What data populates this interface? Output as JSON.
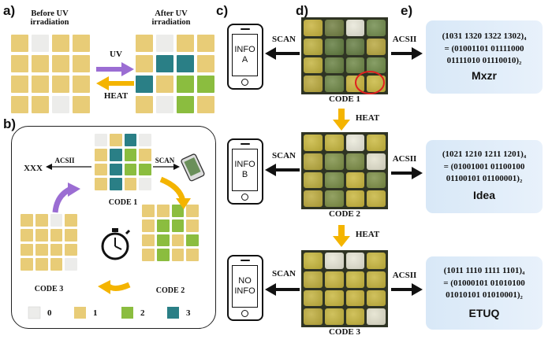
{
  "colors": {
    "0": "#ececea",
    "1": "#e8cc77",
    "2": "#8bbd3f",
    "3": "#2a7f86",
    "arrow_orange": "#f4b400",
    "arrow_purple": "#9b6dd3",
    "black": "#111111"
  },
  "grids": {
    "before": [
      [
        1,
        0,
        1,
        1
      ],
      [
        1,
        1,
        1,
        1
      ],
      [
        1,
        1,
        1,
        1
      ],
      [
        1,
        1,
        0,
        1
      ]
    ],
    "after": [
      [
        1,
        0,
        1,
        1
      ],
      [
        1,
        3,
        3,
        1
      ],
      [
        3,
        1,
        2,
        2
      ],
      [
        1,
        0,
        2,
        1
      ]
    ],
    "code1": [
      [
        0,
        1,
        3,
        0
      ],
      [
        1,
        3,
        2,
        1
      ],
      [
        1,
        3,
        2,
        2
      ],
      [
        1,
        3,
        1,
        0
      ]
    ],
    "code2": [
      [
        1,
        1,
        2,
        1
      ],
      [
        1,
        2,
        2,
        1
      ],
      [
        1,
        2,
        1,
        2
      ],
      [
        1,
        2,
        1,
        1
      ]
    ],
    "code3": [
      [
        1,
        1,
        0,
        1
      ],
      [
        1,
        1,
        1,
        1
      ],
      [
        1,
        1,
        1,
        1
      ],
      [
        1,
        1,
        1,
        0
      ]
    ]
  },
  "photos": {
    "p1": [
      [
        "#c7b23a",
        "#6f7d3f",
        "#e8e7d8",
        "#6f8a4a"
      ],
      [
        "#bcae3a",
        "#5f7a3c",
        "#647c41",
        "#b7a63c"
      ],
      [
        "#c2b23b",
        "#667f3f",
        "#6c8543",
        "#6e8a46"
      ],
      [
        "#b9a83a",
        "#6d8644",
        "#c9b43a",
        "#c8b73c"
      ]
    ],
    "p2": [
      [
        "#c8b73a",
        "#c5b53b",
        "#eae9da",
        "#c9b83c"
      ],
      [
        "#b8a93b",
        "#7d8f44",
        "#7b8c44",
        "#e3e1cd"
      ],
      [
        "#bcae3b",
        "#758a42",
        "#c9b63b",
        "#7b8d43"
      ],
      [
        "#bba93a",
        "#7d8e42",
        "#c8b53a",
        "#c6b43b"
      ]
    ],
    "p3": [
      [
        "#c7b73a",
        "#e7e6d6",
        "#e6e5d4",
        "#c8b63b"
      ],
      [
        "#bfae3a",
        "#c7b43b",
        "#c9b73b",
        "#c5b33a"
      ],
      [
        "#c2b13b",
        "#c8b63b",
        "#c8b43a",
        "#c6b43b"
      ],
      [
        "#beac3a",
        "#c6b53c",
        "#c7b53b",
        "#e3e1cc"
      ]
    ]
  },
  "labels": {
    "a": "a)",
    "b": "b)",
    "c": "c)",
    "d": "d)",
    "e": "e)",
    "before": "Before UV irradiation",
    "after": "After UV irradiation",
    "uv": "UV",
    "heat": "HEAT",
    "acsii": "ACSII",
    "scan": "SCAN",
    "xxx": "XXX",
    "code1": "CODE 1",
    "code2": "CODE 2",
    "code3": "CODE 3",
    "legend": [
      "0",
      "1",
      "2",
      "3"
    ]
  },
  "phones": [
    {
      "screen": "INFO\nA"
    },
    {
      "screen": "INFO\nB"
    },
    {
      "screen": "NO\nINFO"
    }
  ],
  "results": [
    {
      "l1": "(1031 1320 1322 1302)₄",
      "l2": "= (01001101 01111000",
      "l3": "01111010 01110010)₂",
      "word": "Mxzr"
    },
    {
      "l1": "(1021 1210 1211 1201)₄",
      "l2": "= (01001001 01100100",
      "l3": "01100101 01100001)₂",
      "word": "Idea"
    },
    {
      "l1": "(1011 1110 1111 1101)₄",
      "l2": "= (01000101 01010100",
      "l3": "01010101 01010001)₂",
      "word": "ETUQ"
    }
  ]
}
